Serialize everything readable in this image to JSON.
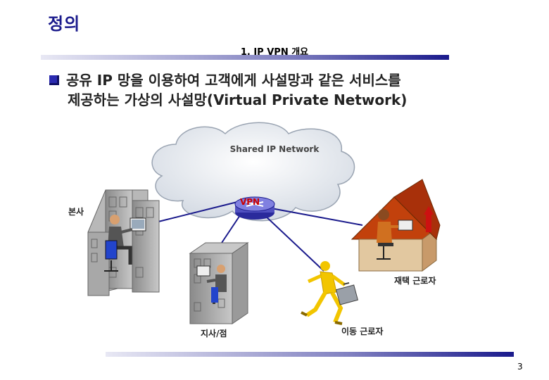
{
  "header": {
    "title": "정의",
    "subtitle": "1. IP VPN 개요"
  },
  "bullet": {
    "line1": "공유 IP 망을 이용하여 고객에게 사설망과 같은 서비스를",
    "line2": "제공하는 가상의 사설망(Virtual Private Network)"
  },
  "diagram": {
    "cloud_label": "Shared IP Network",
    "vpn_label": "VPN",
    "hq_label": "본사",
    "branch_label": "지사/점",
    "home_label": "재택 근로자",
    "mobile_label": "이동 근로자"
  },
  "footer": {
    "page_number": "3"
  },
  "colors": {
    "title": "#1a1a8c",
    "bar_dark": "#1a1a8c",
    "vpn_line": "#1a1a8c",
    "cloud": "#e8ecf2"
  }
}
